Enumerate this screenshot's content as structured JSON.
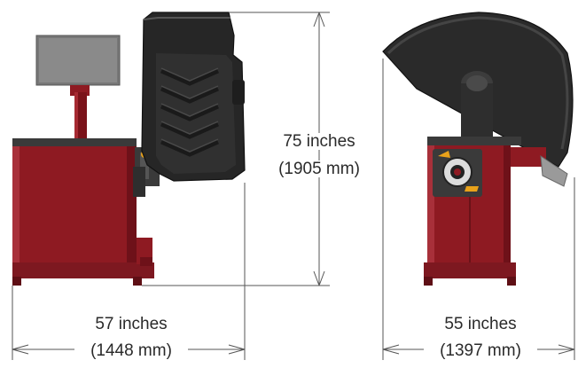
{
  "dimensions": {
    "height": {
      "primary": "75 inches",
      "secondary": "(1905 mm)"
    },
    "width_front": {
      "primary": "57 inches",
      "secondary": "(1448 mm)"
    },
    "width_side": {
      "primary": "55 inches",
      "secondary": "(1397 mm)"
    }
  },
  "colors": {
    "cabinet_red": "#8e1a22",
    "cabinet_red_dark": "#5e0f15",
    "hood_black": "#262626",
    "monitor_gray": "#7a7a7a",
    "dimension_line": "#555555",
    "accent_orange": "#e9a21a"
  }
}
